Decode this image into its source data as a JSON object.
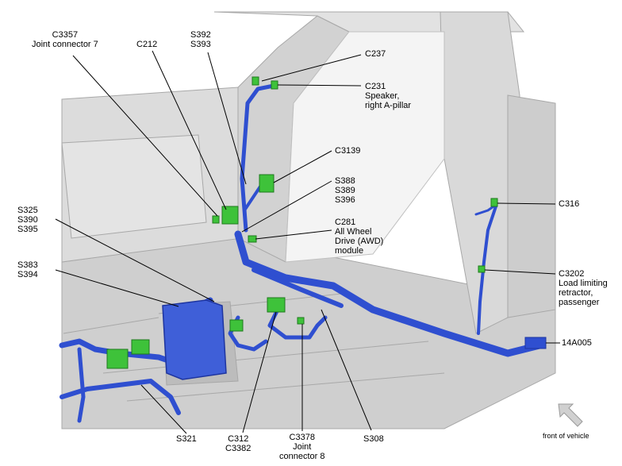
{
  "labels": {
    "c3357": [
      "C3357",
      "Joint connector 7"
    ],
    "c212": [
      "C212"
    ],
    "s392": [
      "S392",
      "S393"
    ],
    "c237": [
      "C237"
    ],
    "c231": [
      "C231",
      "Speaker,",
      "right A-pillar"
    ],
    "c3139": [
      "C3139"
    ],
    "s388": [
      "S388",
      "S389",
      "S396"
    ],
    "c281": [
      "C281",
      "All Wheel",
      "Drive (AWD)",
      "module"
    ],
    "c316": [
      "C316"
    ],
    "s325": [
      "S325",
      "S390",
      "S395"
    ],
    "s383": [
      "S383",
      "S394"
    ],
    "c3202": [
      "C3202",
      "Load limiting",
      "retractor,",
      "passenger"
    ],
    "a14005": [
      "14A005"
    ],
    "s321": [
      "S321"
    ],
    "c312": [
      "C312",
      "C3382"
    ],
    "c3378": [
      "C3378",
      "Joint",
      "connector 8"
    ],
    "s308": [
      "S308"
    ]
  },
  "front_of_vehicle": "front of vehicle",
  "colors": {
    "harness": "#2f4fd0",
    "connector": "#3ec23a",
    "body_panel": "#d6d6d6",
    "leader": "#000000"
  }
}
